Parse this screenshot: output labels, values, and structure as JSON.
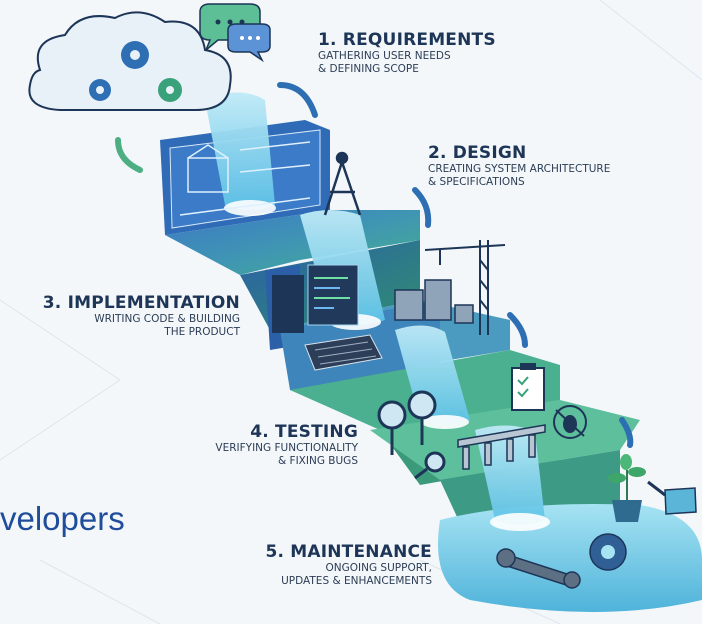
{
  "steps": [
    {
      "title": "1. REQUIREMENTS",
      "line1": "GATHERING USER NEEDS",
      "line2": "& DEFINING SCOPE"
    },
    {
      "title": "2. DESIGN",
      "line1": "CREATING SYSTEM ARCHITECTURE",
      "line2": "& SPECIFICATIONS"
    },
    {
      "title": "3. IMPLEMENTATION",
      "line1": "WRITING CODE & BUILDING",
      "line2": "THE PRODUCT"
    },
    {
      "title": "4. TESTING",
      "line1": "VERIFYING FUNCTIONALITY",
      "line2": "& FIXING BUGS"
    },
    {
      "title": "5. MAINTENANCE",
      "line1": "ONGOING SUPPORT,",
      "line2": "UPDATES & ENHANCEMENTS"
    }
  ],
  "partial_text": "velopers",
  "colors": {
    "title": "#1d3557",
    "water": "#7fd3ec",
    "step_blue": "#4a86c5",
    "step_green": "#3fa684",
    "accent_blue": "#1f4d9a"
  },
  "icons": [
    "cloud-icon",
    "gear-icon",
    "chat-bubble-icon",
    "blueprint-icon",
    "compass-icon",
    "crane-icon",
    "building-icon",
    "monitor-icon",
    "keyboard-icon",
    "magnifier-icon",
    "clipboard-icon",
    "bug-icon",
    "bridge-icon",
    "plant-icon",
    "watering-can-icon",
    "wrench-icon",
    "arrow-icon"
  ]
}
